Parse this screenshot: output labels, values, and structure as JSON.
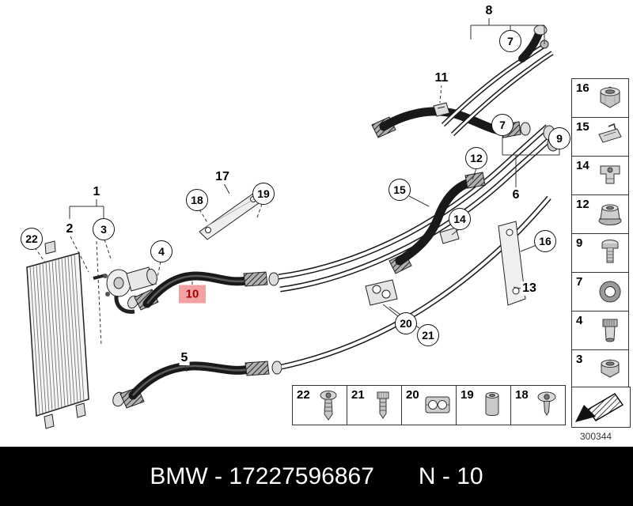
{
  "drawing": {
    "number": "300344"
  },
  "footer": {
    "brand_part": "BMW - 17227596867",
    "section": "N - 10"
  },
  "highlight_color": "#f2a2a2",
  "callouts": [
    {
      "label": "1",
      "style": "plain"
    },
    {
      "label": "2",
      "style": "plain"
    },
    {
      "label": "3",
      "style": "circled"
    },
    {
      "label": "4",
      "style": "circled"
    },
    {
      "label": "5",
      "style": "plain"
    },
    {
      "label": "6",
      "style": "plain"
    },
    {
      "label": "7",
      "style": "circled"
    },
    {
      "label": "7",
      "style": "circled"
    },
    {
      "label": "8",
      "style": "plain"
    },
    {
      "label": "9",
      "style": "circled"
    },
    {
      "label": "10",
      "style": "highlighted"
    },
    {
      "label": "11",
      "style": "plain"
    },
    {
      "label": "12",
      "style": "circled"
    },
    {
      "label": "13",
      "style": "plain"
    },
    {
      "label": "14",
      "style": "circled"
    },
    {
      "label": "15",
      "style": "circled"
    },
    {
      "label": "16",
      "style": "circled"
    },
    {
      "label": "17",
      "style": "plain"
    },
    {
      "label": "18",
      "style": "circled"
    },
    {
      "label": "19",
      "style": "circled"
    },
    {
      "label": "20",
      "style": "circled"
    },
    {
      "label": "21",
      "style": "circled"
    },
    {
      "label": "22",
      "style": "circled"
    }
  ],
  "legend_right": [
    {
      "label": "16",
      "icon": "hex-nut"
    },
    {
      "label": "15",
      "icon": "spring-clip"
    },
    {
      "label": "14",
      "icon": "retaining-clip"
    },
    {
      "label": "12",
      "icon": "flange-nut"
    },
    {
      "label": "9",
      "icon": "hex-bolt"
    },
    {
      "label": "7",
      "icon": "o-ring"
    },
    {
      "label": "4",
      "icon": "union-fitting"
    },
    {
      "label": "3",
      "icon": "lock-nut"
    }
  ],
  "legend_bottom": [
    {
      "label": "22",
      "icon": "pan-head-screw"
    },
    {
      "label": "21",
      "icon": "shoulder-screw"
    },
    {
      "label": "20",
      "icon": "double-line-clamp"
    },
    {
      "label": "19",
      "icon": "spacer-sleeve"
    },
    {
      "label": "18",
      "icon": "torx-screw"
    }
  ]
}
